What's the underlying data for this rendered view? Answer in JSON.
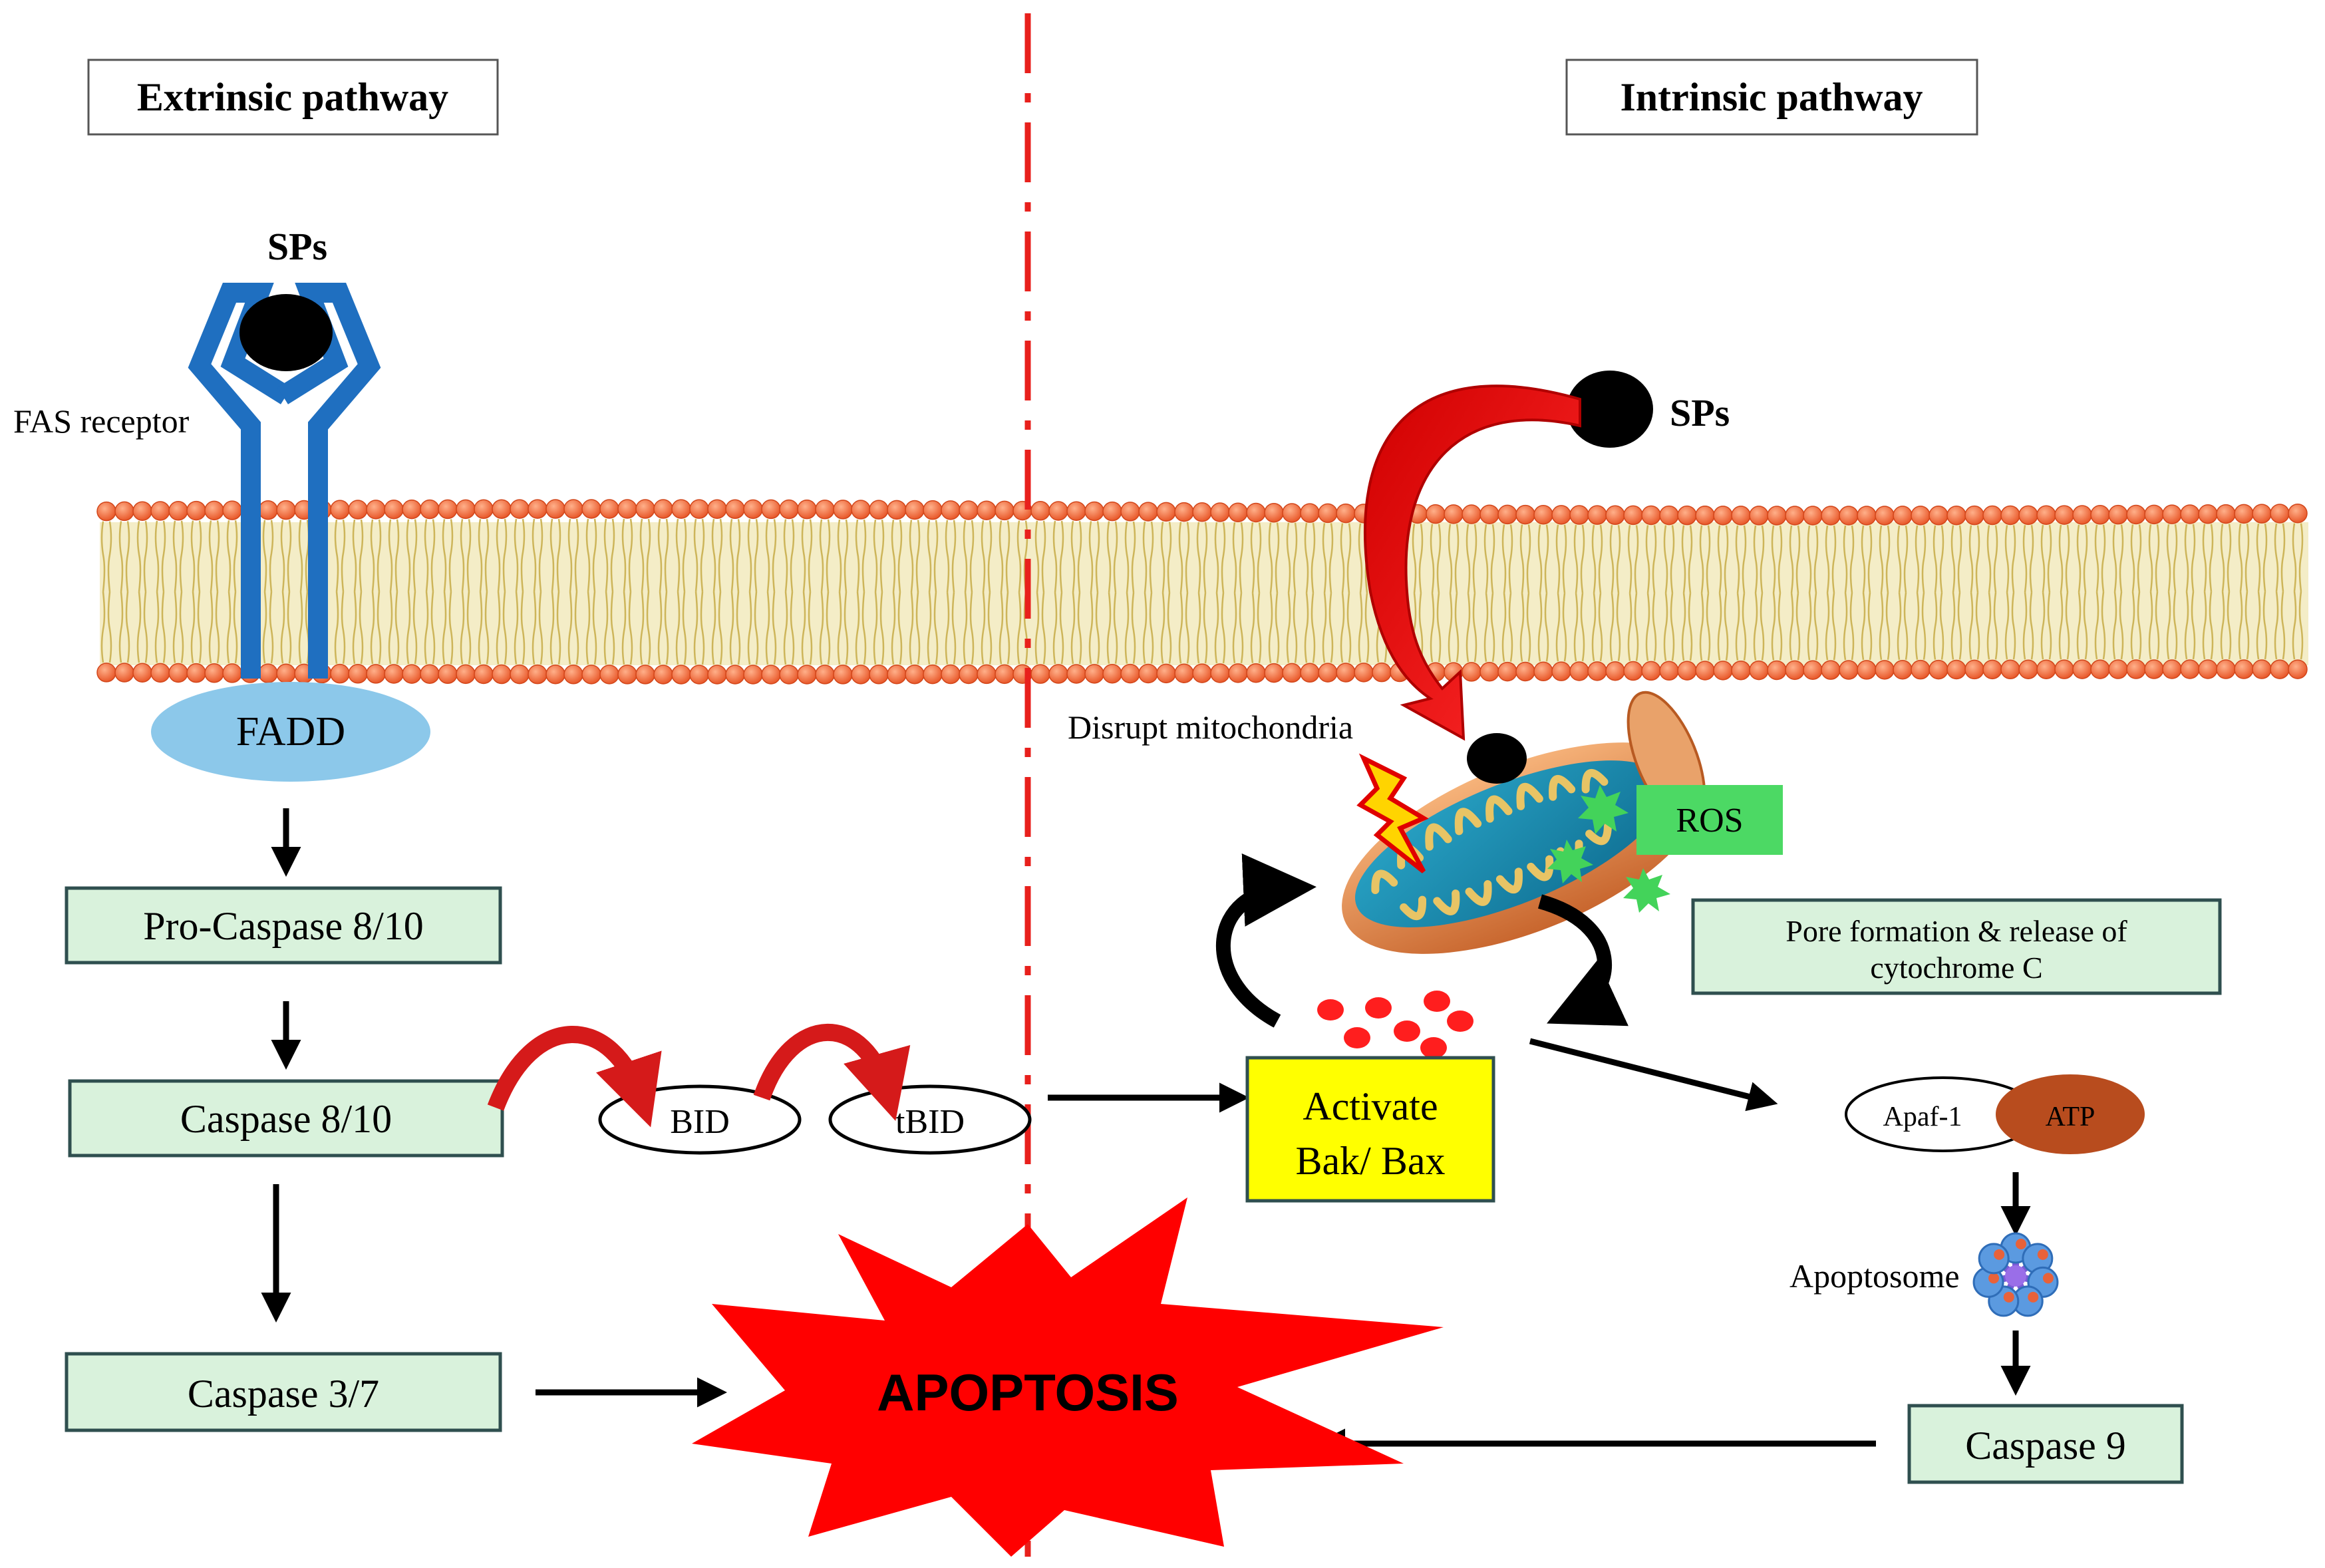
{
  "headings": {
    "extrinsic": "Extrinsic pathway",
    "intrinsic": "Intrinsic pathway"
  },
  "extrinsic": {
    "ligand": "SPs",
    "receptor": "FAS receptor",
    "adaptor": "FADD",
    "pro_caspase": "Pro-Caspase 8/10",
    "caspase_8_10": "Caspase 8/10",
    "caspase_3_7": "Caspase 3/7",
    "bid": "BID",
    "tbid": "tBID"
  },
  "intrinsic": {
    "ligand": "SPs",
    "disrupt_label": "Disrupt mitochondria",
    "ros": "ROS",
    "pore_formation_line1": "Pore formation & release of",
    "pore_formation_line2": "cytochrome C",
    "activate_line1": "Activate",
    "activate_line2": "Bak/ Bax",
    "apaf": "Apaf-1",
    "atp": "ATP",
    "apoptosome": "Apoptosome",
    "caspase_9": "Caspase 9"
  },
  "center": {
    "apoptosis": "APOPTOSIS"
  },
  "colors": {
    "box_fill": "#d9f2dc",
    "box_stroke": "#2f4f4f",
    "receptor_blue": "#1f6fc0",
    "fadd_blue": "#8cc8ea",
    "divider_red": "#e8201c",
    "burst_red": "#ff0000",
    "ros_green": "#4cd964",
    "activate_yellow": "#ffff00",
    "atp_brown": "#b84c1e",
    "lipid_head": "#f26d3d",
    "lipid_tail": "#d9c06a"
  },
  "icons": [
    "receptor-icon",
    "membrane-icon",
    "mitochondrion-icon",
    "lightning-icon",
    "ros-star-icon",
    "apoptosome-icon",
    "burst-icon"
  ]
}
